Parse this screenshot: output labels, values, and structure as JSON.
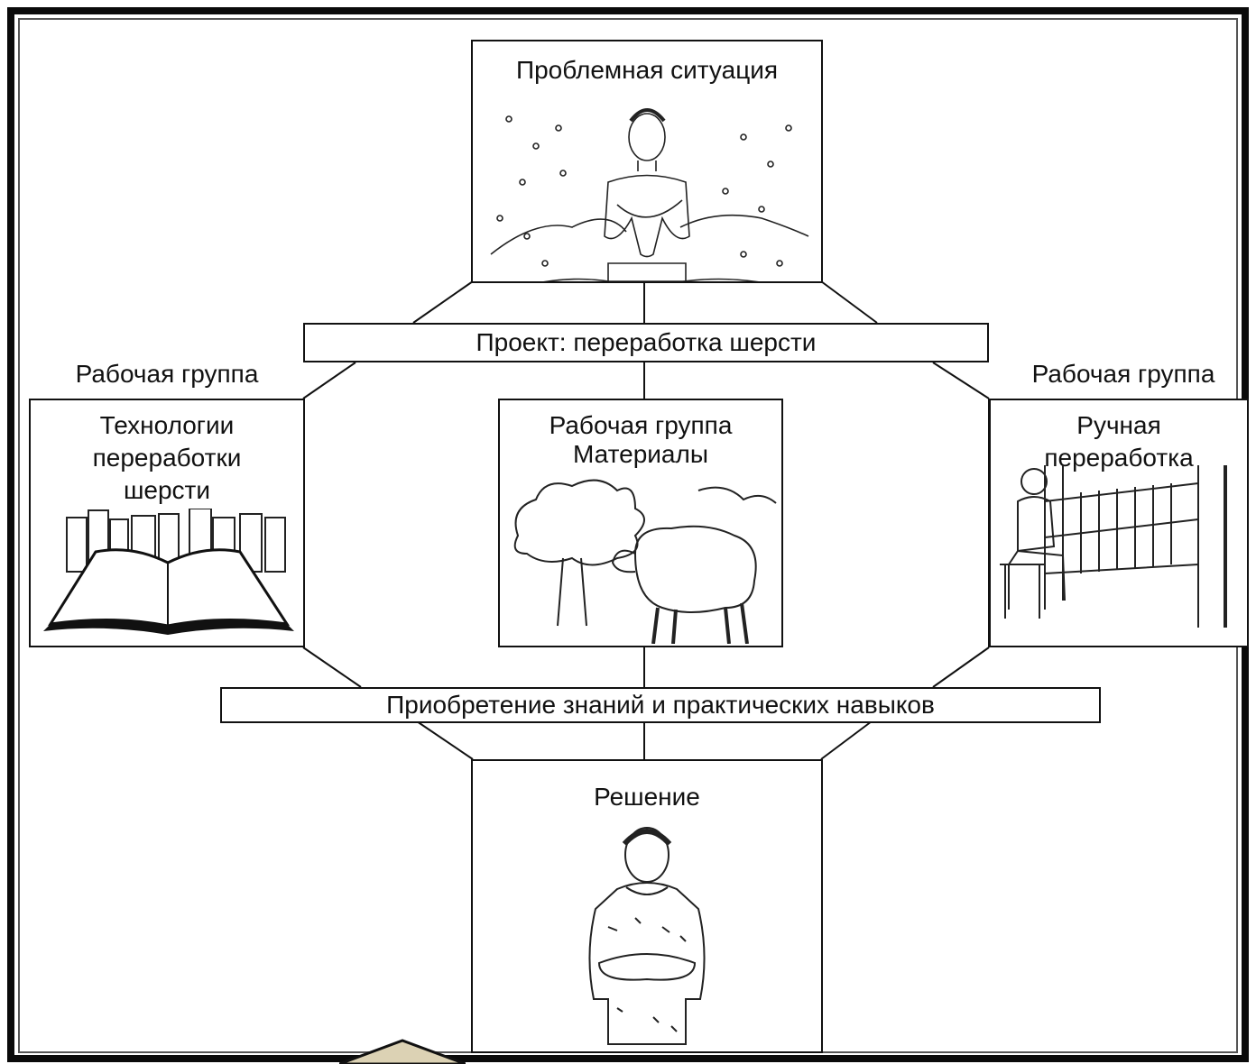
{
  "diagram": {
    "top_box_title": "Проблемная ситуация",
    "project_bar": "Проект: переработка шерсти",
    "left_group_label": "Рабочая группа",
    "left_box_title": "Технологии переработки шерсти",
    "center_box_title_line1": "Рабочая группа",
    "center_box_title_line2": "Материалы",
    "right_group_label": "Рабочая группа",
    "right_box_title": "Ручная переработка",
    "knowledge_bar": "Приобретение знаний и практических навыков",
    "bottom_box_title": "Решение"
  },
  "icons": [
    "cold-man-illustration",
    "books-illustration",
    "sheep-illustration",
    "loom-weaver-illustration",
    "man-in-sweater-illustration"
  ],
  "colors": {
    "frame": "#0a0a0a",
    "tab_fill": "#dcd2b4",
    "line": "#111111"
  }
}
